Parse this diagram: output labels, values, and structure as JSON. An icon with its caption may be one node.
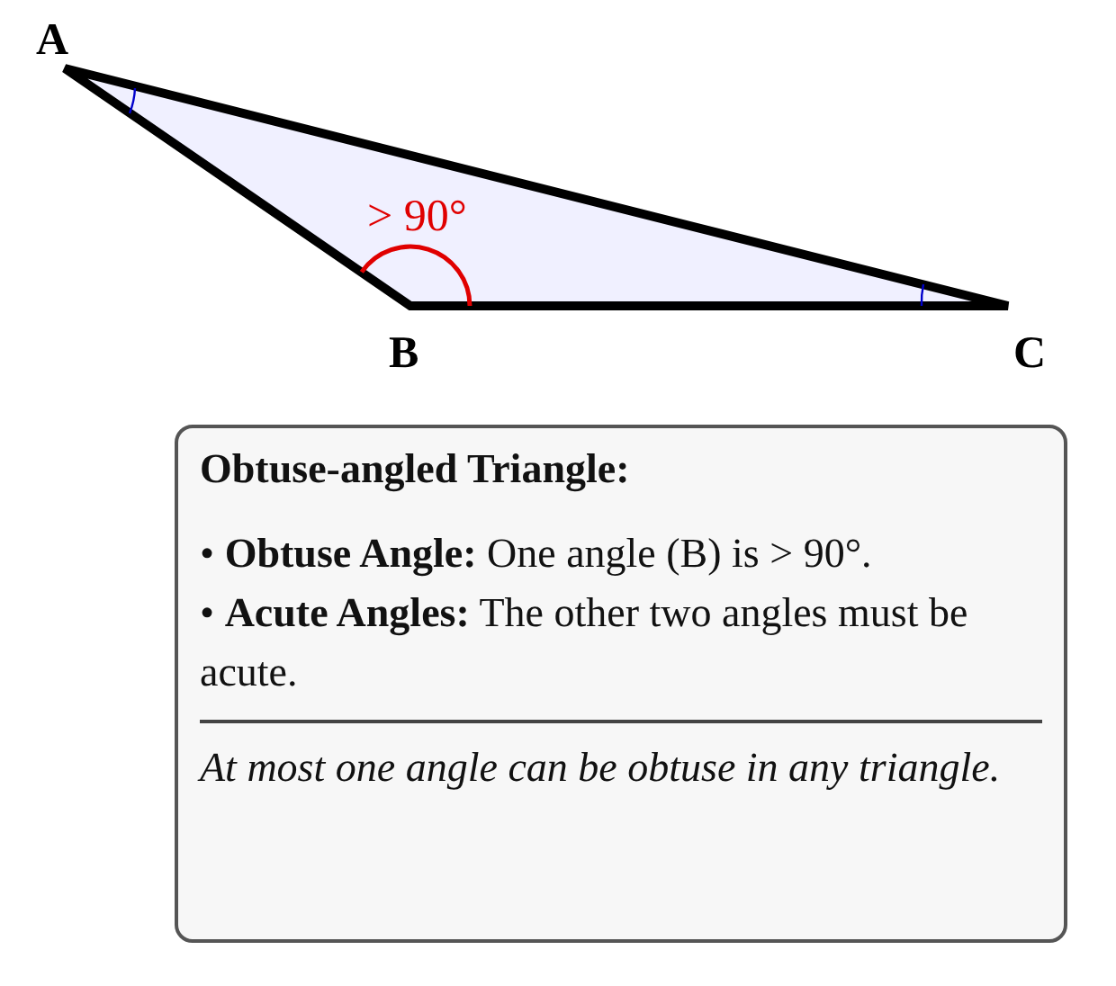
{
  "diagram": {
    "nodes": [
      {
        "text": [
          "Obtuse-angled Triangle:",
          "• **Obtuse Angle:** One angle (B) is > 90°.",
          "• **Acute Angles:** The other two angles must be acute.",
          "At most one angle can be obtuse in any triangle."
        ]
      }
    ],
    "labels": [
      "A",
      "B",
      "C",
      "> 90°"
    ]
  }
}
